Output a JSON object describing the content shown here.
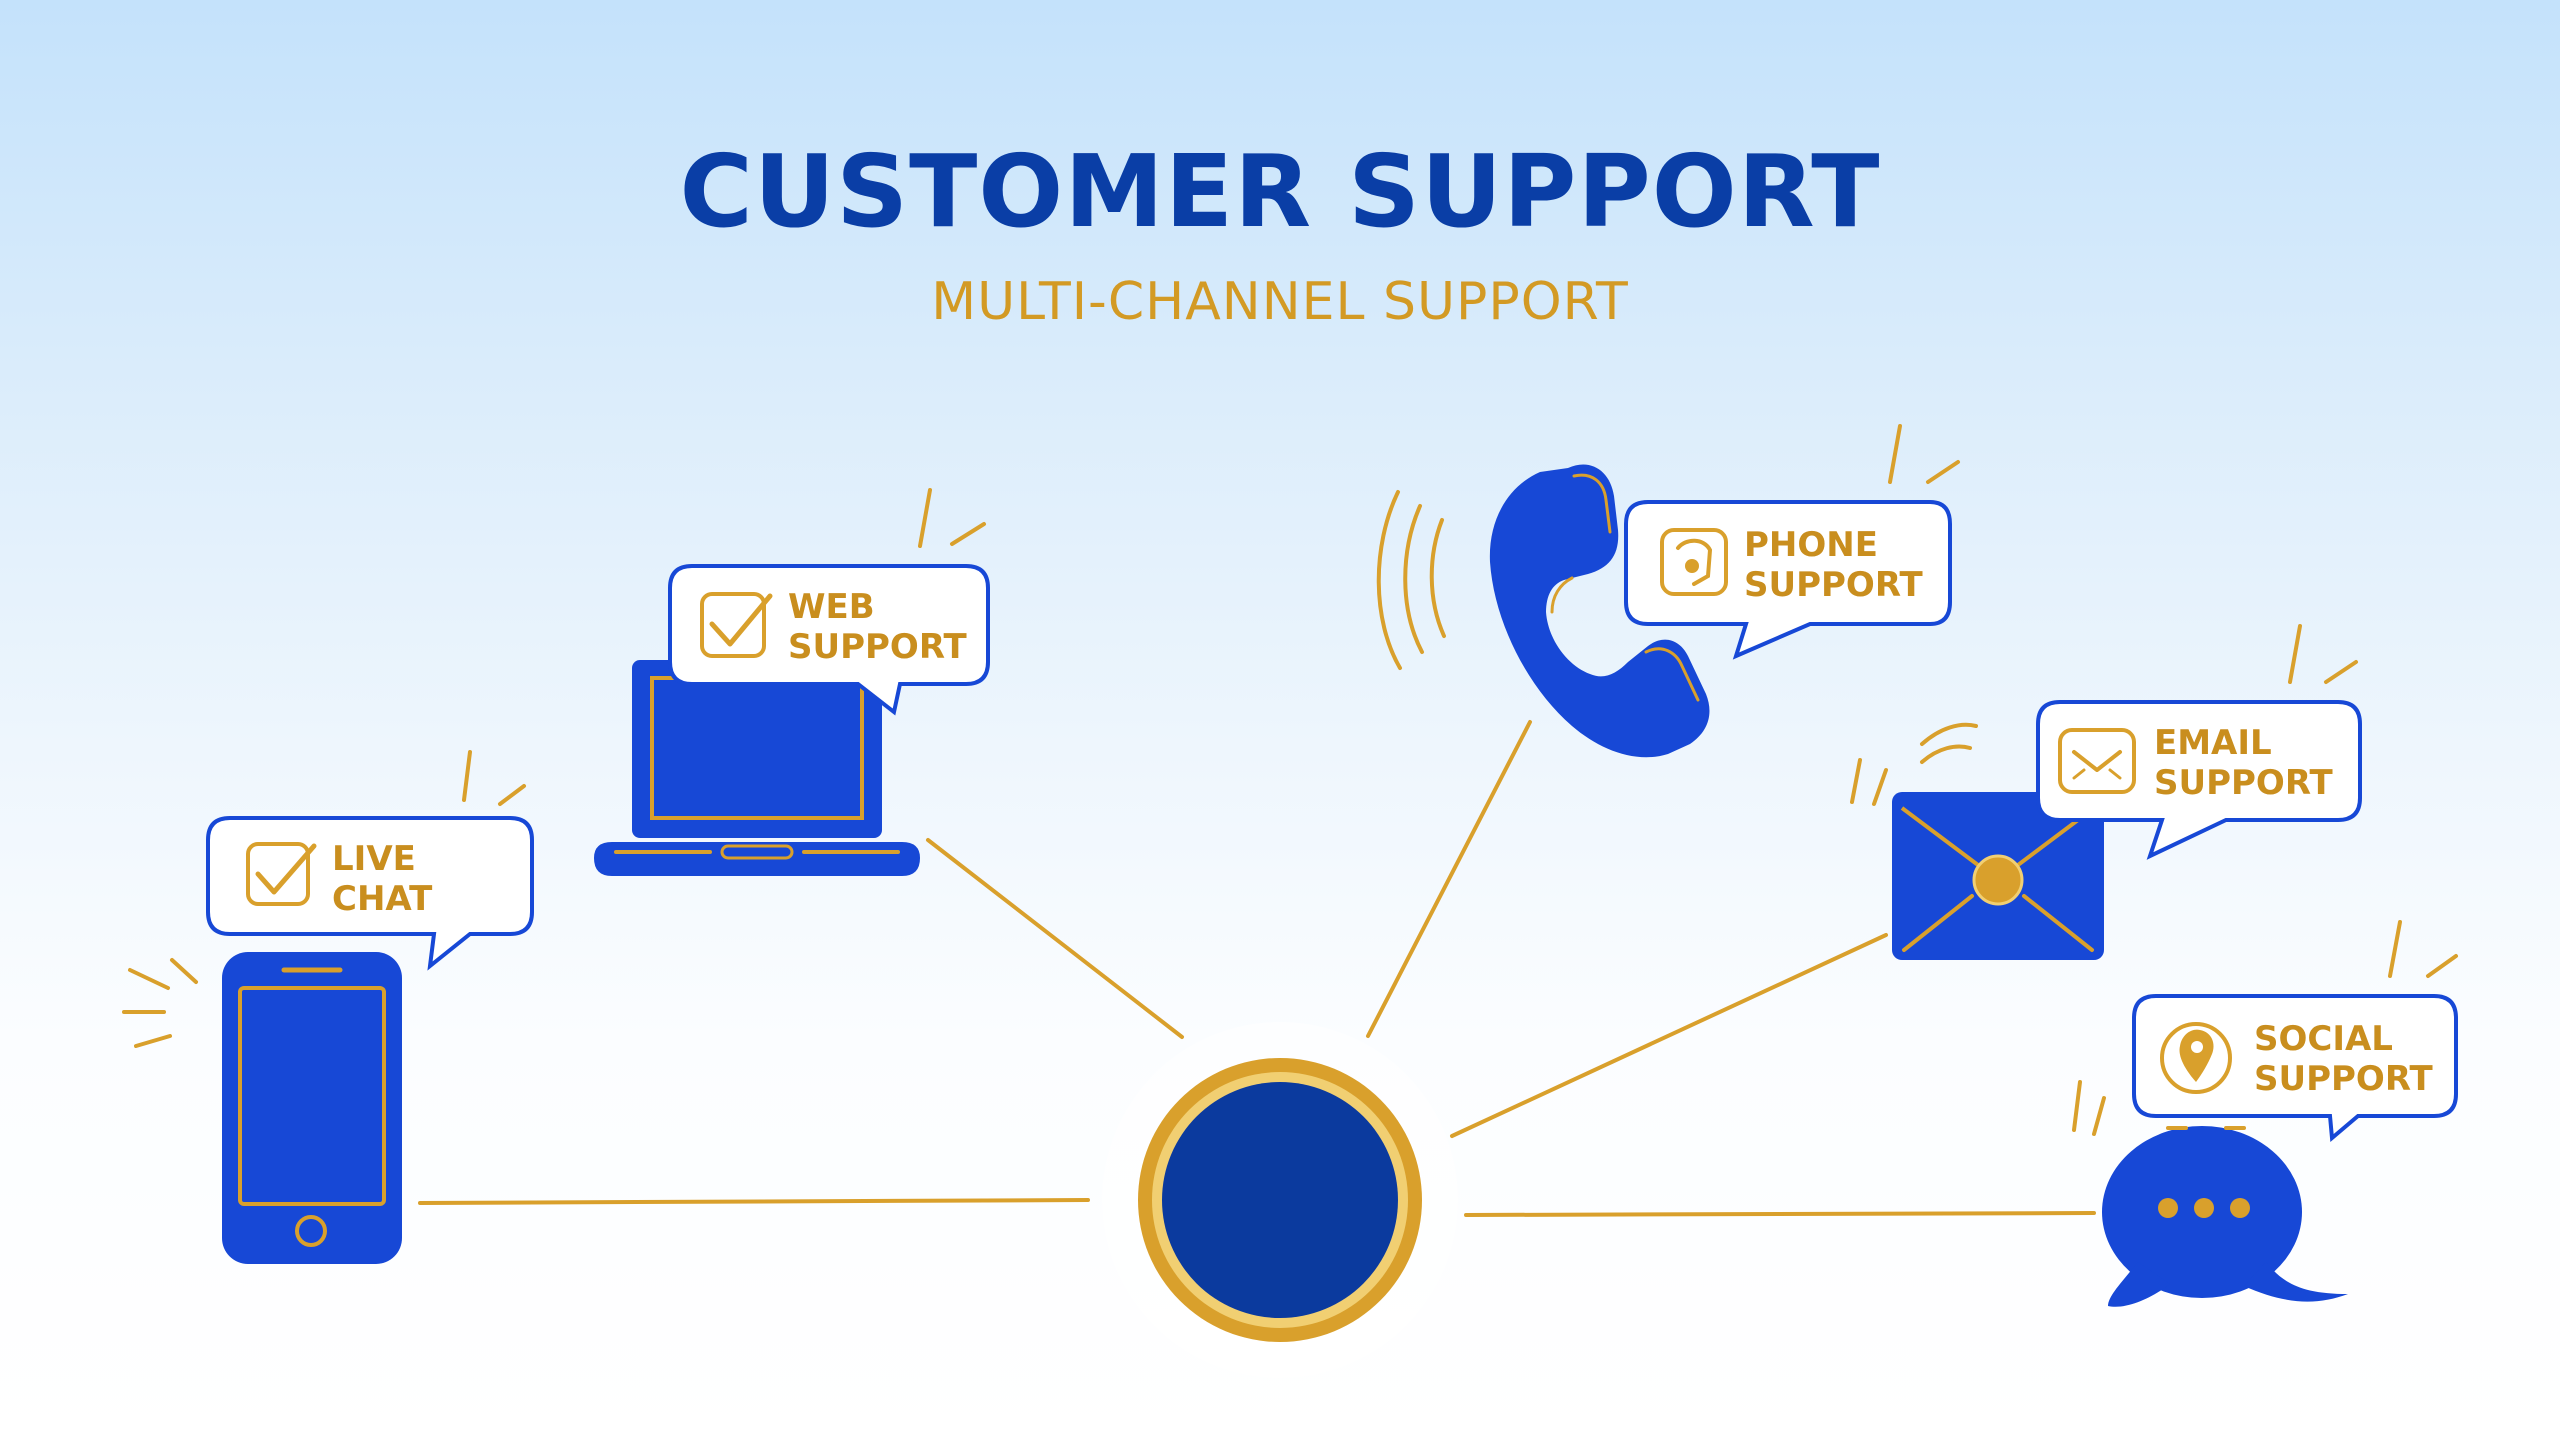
{
  "header": {
    "title": "CUSTOMER SUPPORT",
    "subtitle": "MULTI-CHANNEL SUPPORT"
  },
  "channels": [
    {
      "line1": "LIVE",
      "line2": "CHAT",
      "icon": "smartphone-icon"
    },
    {
      "line1": "WEB",
      "line2": "SUPPORT",
      "icon": "laptop-icon"
    },
    {
      "line1": "PHONE",
      "line2": "SUPPORT",
      "icon": "telephone-handset-icon"
    },
    {
      "line1": "EMAIL",
      "line2": "SUPPORT",
      "icon": "envelope-icon"
    },
    {
      "line1": "SOCIAL",
      "line2": "SUPPORT",
      "icon": "chat-bubble-icon"
    }
  ],
  "hub": {
    "icon": "central-hub-circle"
  },
  "colors": {
    "navy": "#0a3ea6",
    "blue": "#1748d6",
    "gold": "#d9a02c"
  }
}
